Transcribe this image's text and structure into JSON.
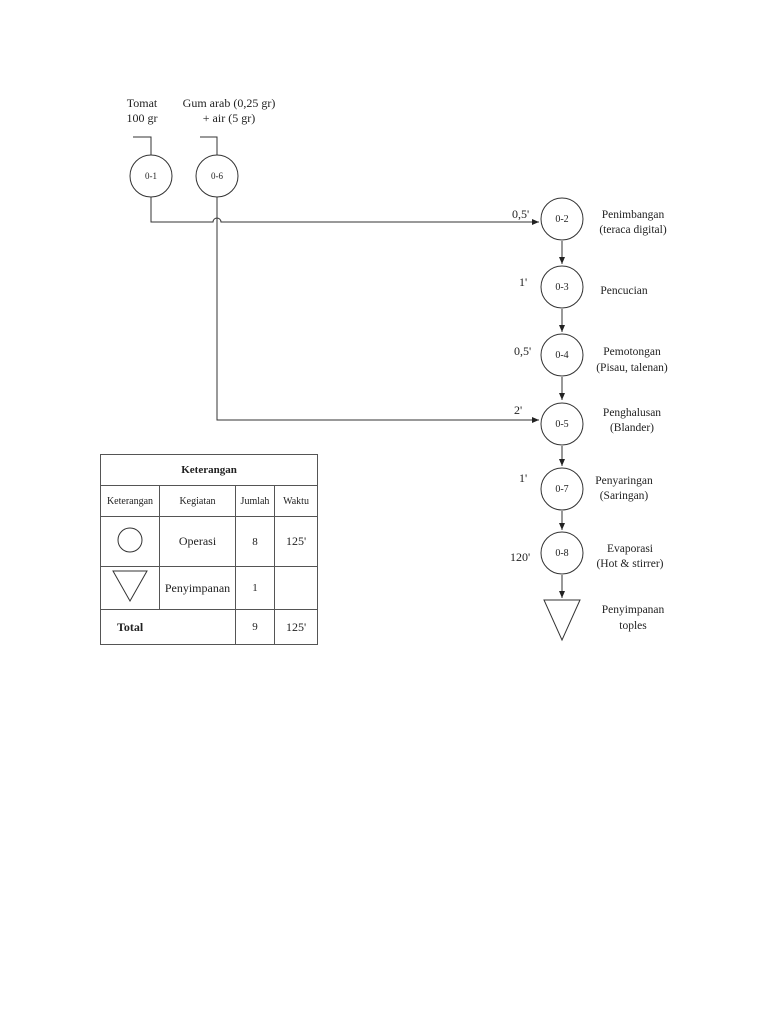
{
  "inputs": [
    {
      "line1": "Tomat",
      "line2": "100 gr"
    },
    {
      "line1": "Gum arab (0,25 gr)",
      "line2": "+ air (5 gr)"
    }
  ],
  "ops": [
    {
      "id": "0-1"
    },
    {
      "id": "0-6"
    },
    {
      "id": "0-2",
      "time": "0,5'",
      "label1": "Penimbangan",
      "label2": "(teraca digital)"
    },
    {
      "id": "0-3",
      "time": "1'",
      "label1": "Pencucian",
      "label2": ""
    },
    {
      "id": "0-4",
      "time": "0,5'",
      "label1": "Pemotongan",
      "label2": "(Pisau, talenan)"
    },
    {
      "id": "0-5",
      "time": "2'",
      "label1": "Penghalusan",
      "label2": "(Blander)"
    },
    {
      "id": "0-7",
      "time": "1'",
      "label1": "Penyaringan",
      "label2": "(Saringan)"
    },
    {
      "id": "0-8",
      "time": "120'",
      "label1": "Evaporasi",
      "label2": "(Hot & stirrer)"
    }
  ],
  "storage": {
    "label1": "Penyimpanan",
    "label2": "toples"
  },
  "legend": {
    "title": "Keterangan",
    "headers": [
      "Keterangan",
      "Kegiatan",
      "Jumlah",
      "Waktu"
    ],
    "rows": [
      {
        "symbol": "circle-icon",
        "kegiatan": "Operasi",
        "jumlah": "8",
        "waktu": "125'"
      },
      {
        "symbol": "triangle-icon",
        "kegiatan": "Penyimpanan",
        "jumlah": "1",
        "waktu": ""
      }
    ],
    "total": {
      "label": "Total",
      "jumlah": "9",
      "waktu": "125'"
    }
  }
}
